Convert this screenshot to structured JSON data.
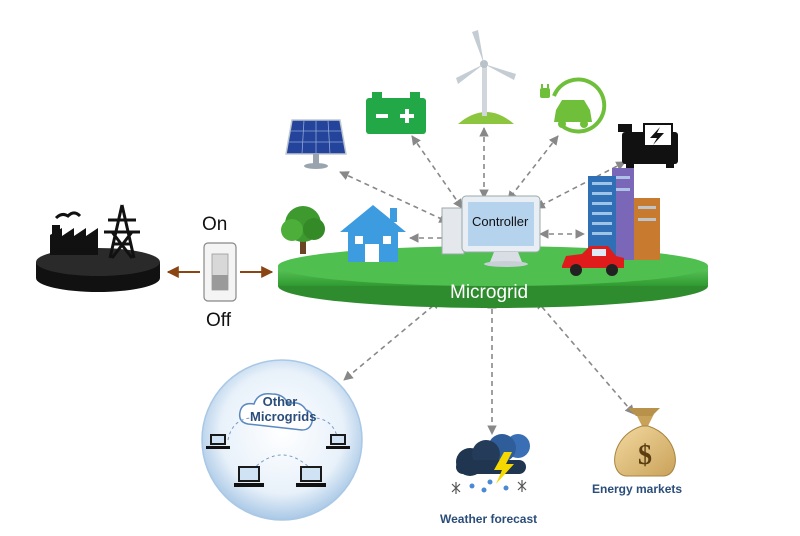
{
  "switch": {
    "on_label": "On",
    "off_label": "Off"
  },
  "controller": {
    "label": "Controller"
  },
  "microgrid": {
    "label": "Microgrid"
  },
  "other_microgrids": {
    "label_line1": "Other",
    "label_line2": "Microgrids"
  },
  "weather": {
    "label": "Weather forecast"
  },
  "energy_markets": {
    "label": "Energy markets",
    "symbol": "$"
  },
  "colors": {
    "microgrid_green": "#3fae3f",
    "battery_green": "#22a846",
    "house_blue": "#3d9be0",
    "power_line": "#8b4513",
    "link_gray": "#888888",
    "label_blue": "#2a4d7a"
  }
}
